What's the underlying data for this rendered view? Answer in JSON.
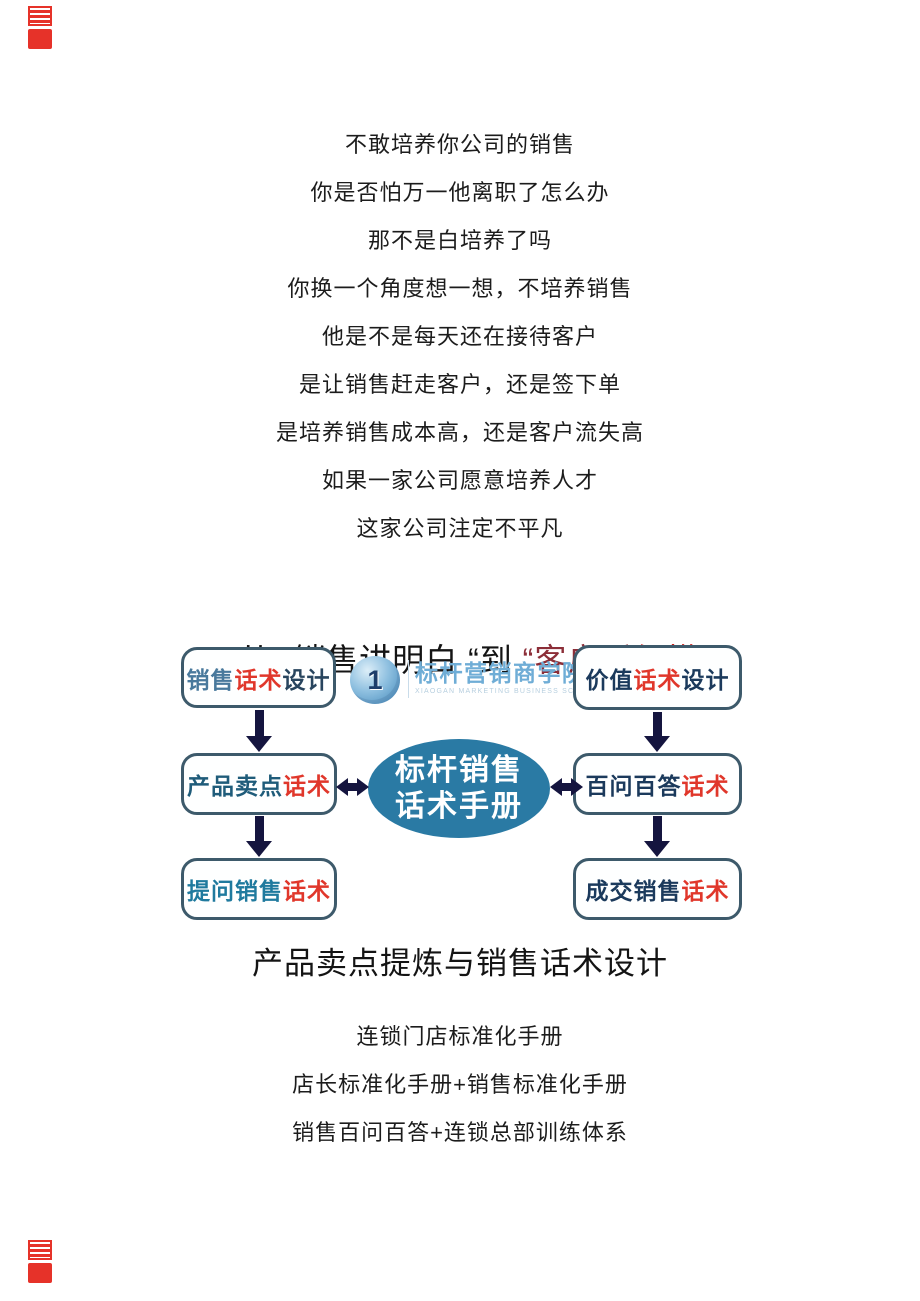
{
  "page": {
    "background": "#ffffff"
  },
  "corner_marks": {
    "color": "#e63229"
  },
  "intro_lines": [
    "不敢培养你公司的销售",
    "你是否怕万一他离职了怎么办",
    "那不是白培养了吗",
    "你换一个角度想一想，不培养销售",
    "他是不是每天还在接待客户",
    "是让销售赶走客户，还是签下单",
    "是培养销售成本高，还是客户流失高",
    "如果一家公司愿意培养人才",
    "这家公司注定不平凡"
  ],
  "headline": {
    "part_black": "从 “销售讲明白 “到 ",
    "part_dark_red": "“客户听",
    "part_bright_red": "得懂 “",
    "color_black": "#141414",
    "color_dark_red": "#8c2e38",
    "color_bright_red": "#cd2420"
  },
  "diagram": {
    "logo": {
      "badge_number": "1",
      "name": "标杆营销商学院",
      "subtitle": "XIAOGAN MARKETING BUSINESS SCHOOL"
    },
    "center_ellipse": {
      "line1": "标杆销售",
      "line2": "话术手册",
      "bg": "#2a7aa4",
      "text_color": "#ffffff"
    },
    "arrow_color": "#15153f",
    "box_border_color": "#3d5a6b",
    "boxes": [
      {
        "name": "sales-script-design",
        "segments": [
          {
            "text": "销售",
            "color": "#49799c"
          },
          {
            "text": "话术",
            "color": "#e0372b"
          },
          {
            "text": "设计",
            "color": "#28455e"
          }
        ]
      },
      {
        "name": "value-script-design",
        "segments": [
          {
            "text": "价值",
            "color": "#1b3a5c"
          },
          {
            "text": "话术",
            "color": "#e0372b"
          },
          {
            "text": "设计",
            "color": "#1b3a5c"
          }
        ]
      },
      {
        "name": "product-selling-point-script",
        "segments": [
          {
            "text": "产品卖点",
            "color": "#1f5c7a"
          },
          {
            "text": "话术",
            "color": "#e0372b"
          }
        ]
      },
      {
        "name": "hundred-qa-script",
        "segments": [
          {
            "text": "百问百答",
            "color": "#1b3a5c"
          },
          {
            "text": "话术",
            "color": "#e0372b"
          }
        ]
      },
      {
        "name": "question-selling-script",
        "segments": [
          {
            "text": "提问销售",
            "color": "#1f7a9e"
          },
          {
            "text": "话术",
            "color": "#e0372b"
          }
        ]
      },
      {
        "name": "closing-sales-script",
        "segments": [
          {
            "text": "成交销售",
            "color": "#1b3a5c"
          },
          {
            "text": "话术",
            "color": "#e0372b"
          }
        ]
      }
    ]
  },
  "section_title": "产品卖点提炼与销售话术设计",
  "footer_lines": [
    "连锁门店标准化手册",
    "店长标准化手册+销售标准化手册",
    "销售百问百答+连锁总部训练体系"
  ]
}
